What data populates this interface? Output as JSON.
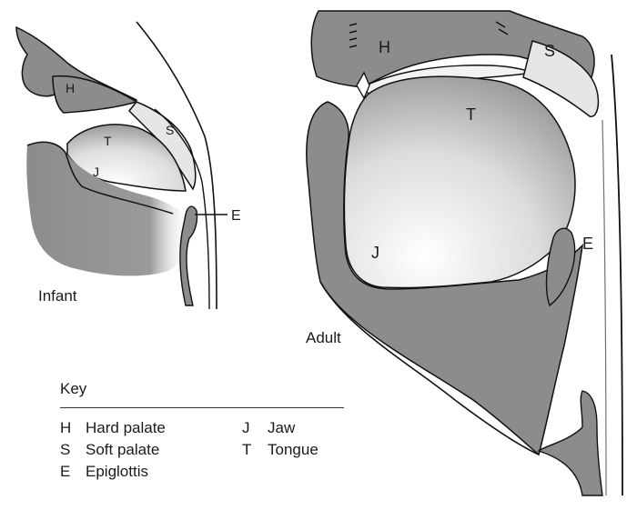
{
  "labels": {
    "infant_caption": "Infant",
    "adult_caption": "Adult",
    "infant": {
      "H": "H",
      "S": "S",
      "T": "T",
      "J": "J",
      "E": "E"
    },
    "adult": {
      "H": "H",
      "S": "S",
      "T": "T",
      "J": "J",
      "E": "E"
    }
  },
  "key": {
    "title": "Key",
    "entries_left": [
      {
        "letter": "H",
        "text": "Hard palate"
      },
      {
        "letter": "S",
        "text": "Soft palate"
      },
      {
        "letter": "E",
        "text": "Epiglottis"
      }
    ],
    "entries_right": [
      {
        "letter": "J",
        "text": "Jaw"
      },
      {
        "letter": "T",
        "text": "Tongue"
      }
    ]
  },
  "colors": {
    "tissue": "#8c8c8c",
    "outline": "#111111",
    "background": "#ffffff"
  }
}
